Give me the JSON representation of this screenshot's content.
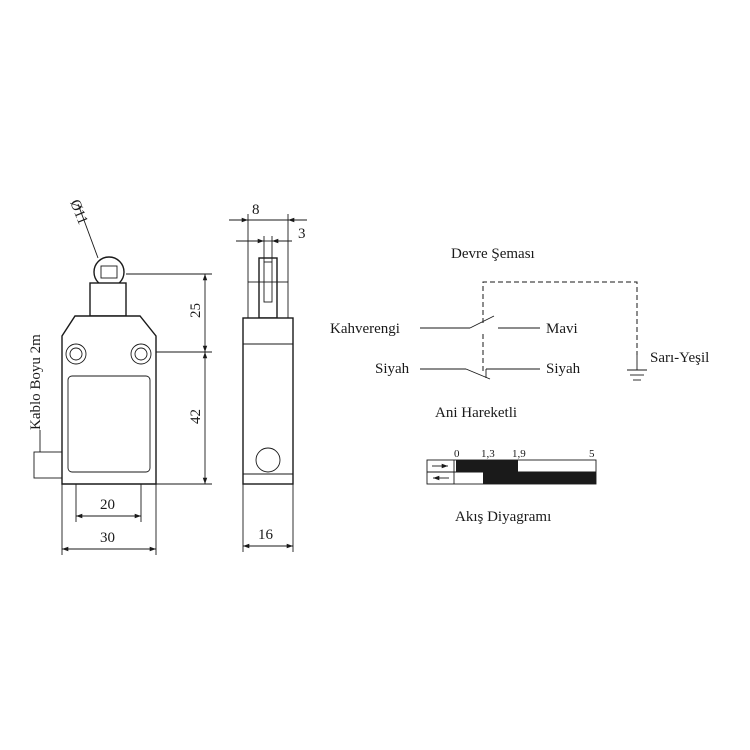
{
  "front_view": {
    "diameter_label": "Ø11",
    "cable_label": "Kablo Boyu 2m",
    "dim_height_top": "25",
    "dim_height_body": "42",
    "dim_width_inner": "20",
    "dim_width_outer": "30"
  },
  "side_view": {
    "dim_top_width": "8",
    "dim_plunger": "3",
    "dim_width": "16"
  },
  "circuit": {
    "title": "Devre Şeması",
    "wire_brown": "Kahverengi",
    "wire_blue": "Mavi",
    "wire_black_left": "Siyah",
    "wire_black_right": "Siyah",
    "ground": "Sarı-Yeşil",
    "action": "Ani Hareketli"
  },
  "travel_diagram": {
    "title": "Akış Diyagramı",
    "ticks": [
      "0",
      "1,3",
      "1,9",
      "5"
    ]
  },
  "colors": {
    "line": "#1a1a1a",
    "background": "#ffffff"
  }
}
